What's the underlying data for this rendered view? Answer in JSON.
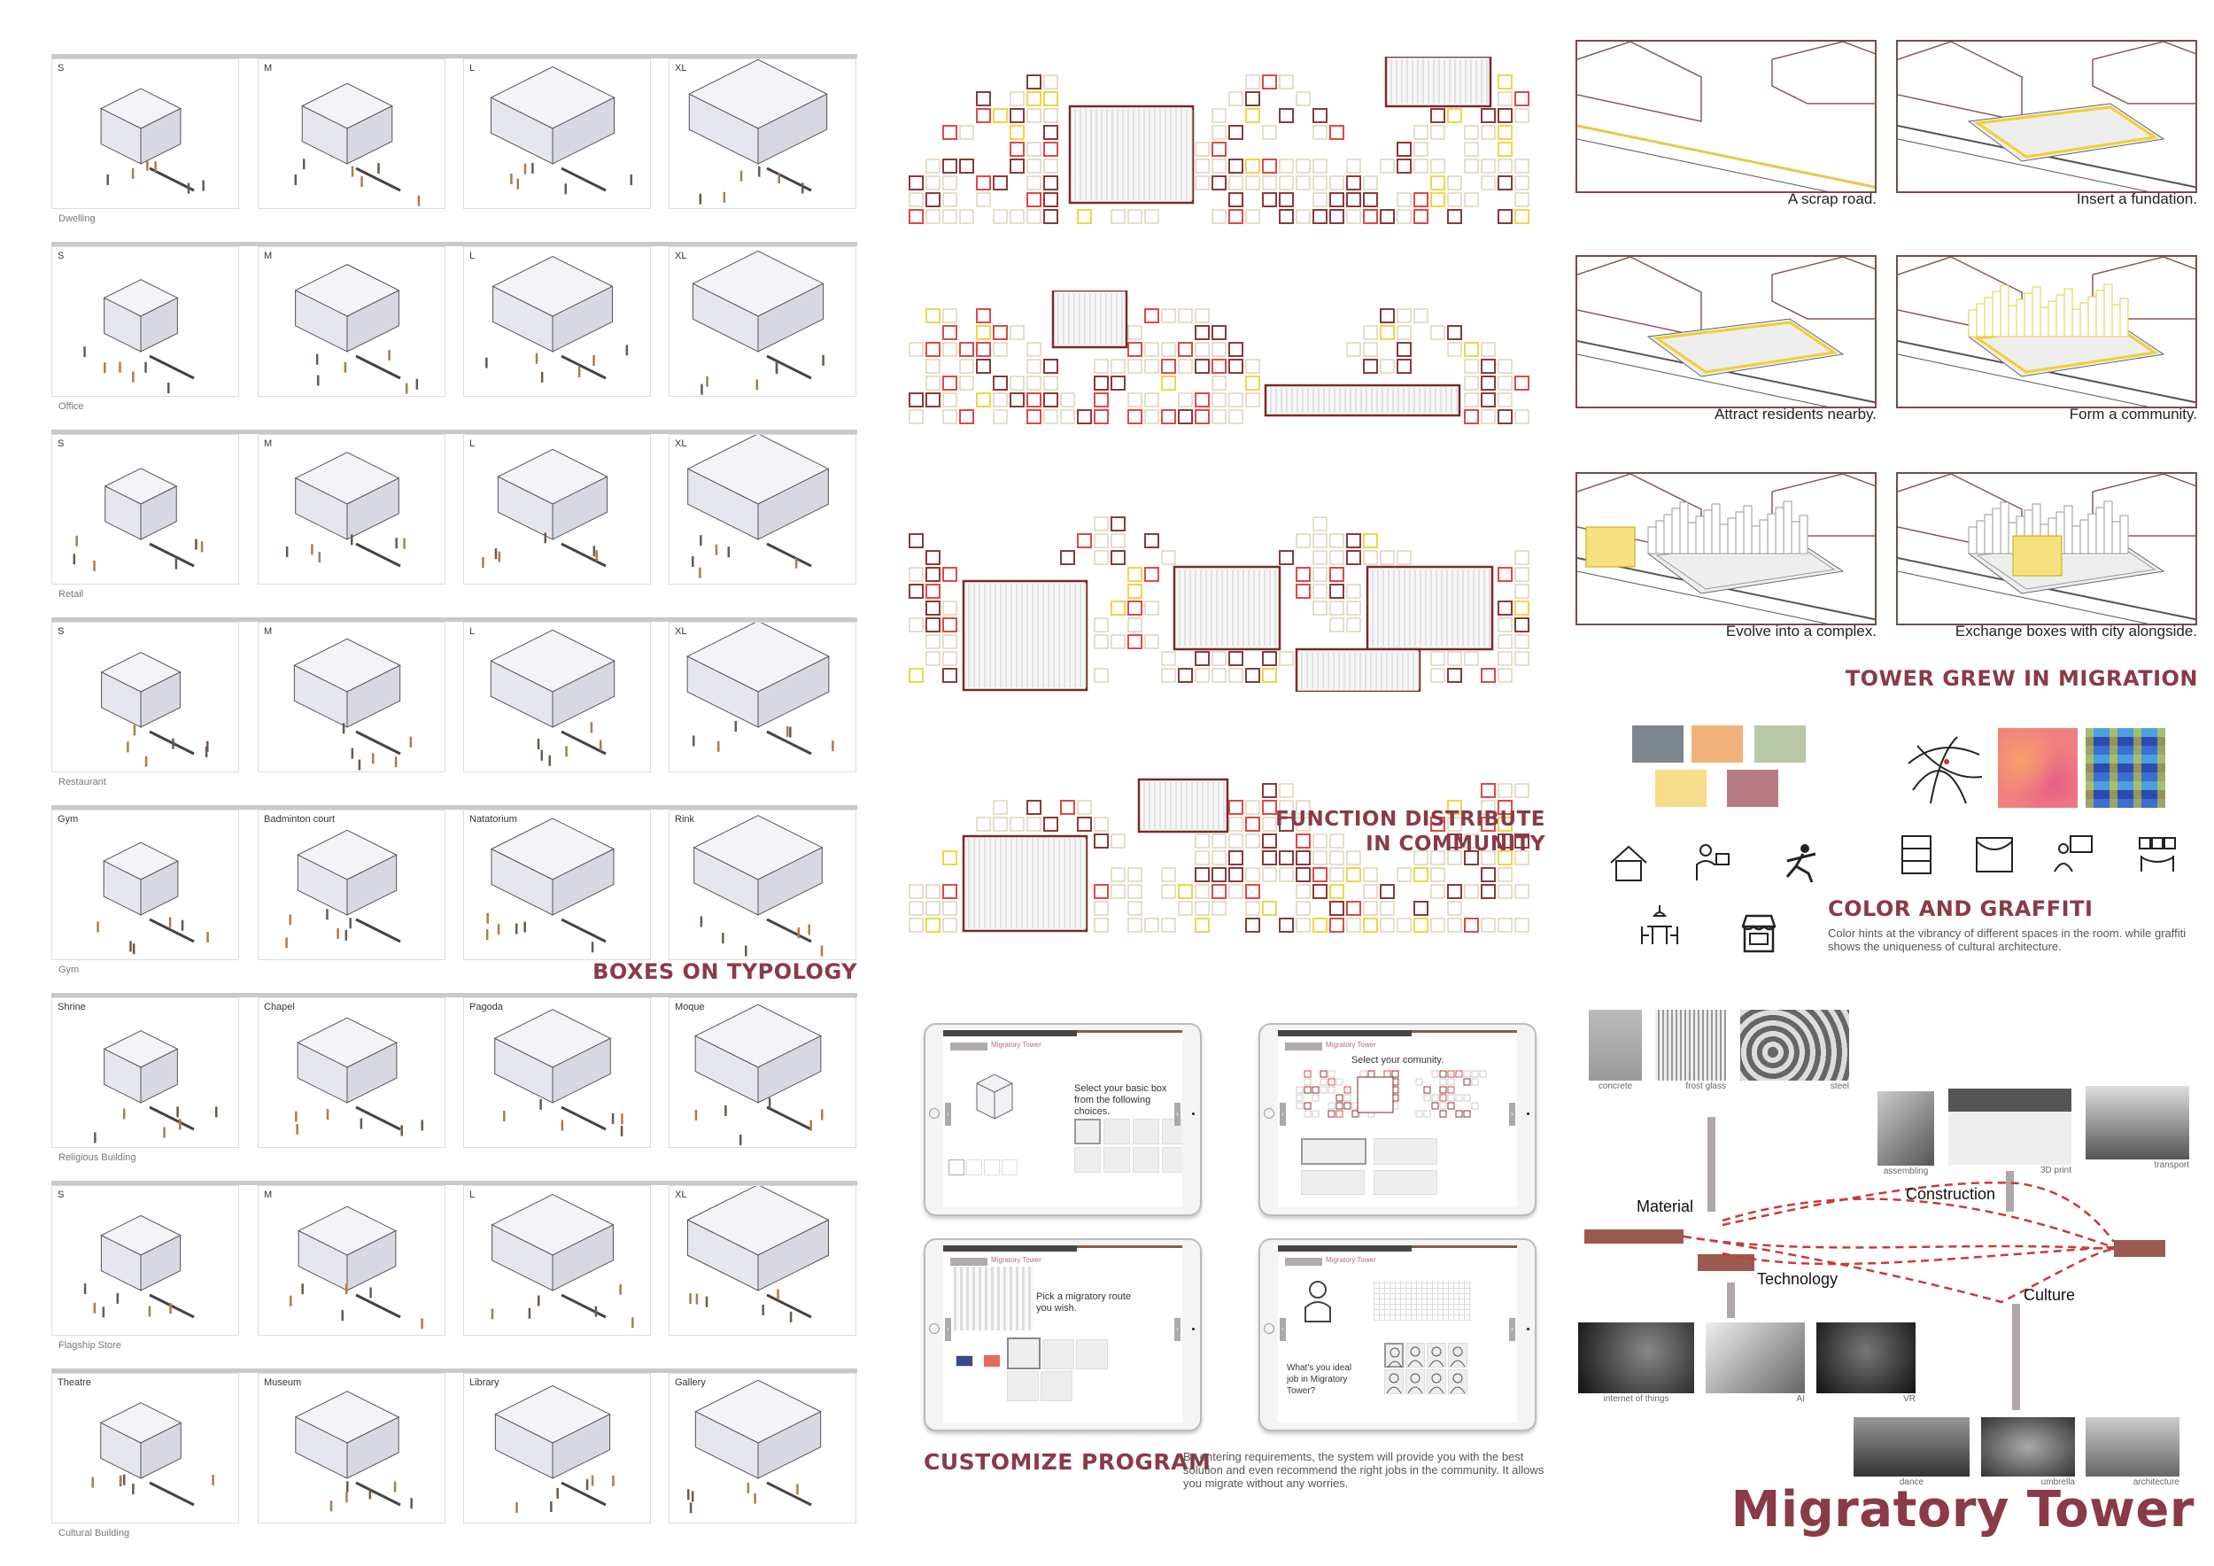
{
  "typology": {
    "title": "BOXES ON TYPOLOGY",
    "rows": [
      {
        "category": "Dwelling",
        "cells": [
          "S",
          "M",
          "L",
          "XL"
        ]
      },
      {
        "category": "Office",
        "cells": [
          "S",
          "M",
          "L",
          "XL"
        ]
      },
      {
        "category": "Retail",
        "cells": [
          "S",
          "M",
          "L",
          "XL"
        ]
      },
      {
        "category": "Restaurant",
        "cells": [
          "S",
          "M",
          "L",
          "XL"
        ]
      },
      {
        "category": "Gym",
        "cells": [
          "Gym",
          "Badminton court",
          "Natatorium",
          "Rink"
        ]
      },
      {
        "category": "Religious Building",
        "cells": [
          "Shrine",
          "Chapel",
          "Pagoda",
          "Moque"
        ]
      },
      {
        "category": "Flagship Store",
        "cells": [
          "S",
          "M",
          "L",
          "XL"
        ]
      },
      {
        "category": "Cultural Building",
        "cells": [
          "Theatre",
          "Museum",
          "Library",
          "Gallery"
        ]
      }
    ]
  },
  "community": {
    "title_line1": "FUNCTION DISTRIBUTE",
    "title_line2": "IN COMMUNITY",
    "colors": {
      "tan": "#c9c095",
      "dark": "#8b3a3a",
      "red": "#e04848",
      "yellow": "#f2d44a"
    }
  },
  "program": {
    "title": "CUSTOMIZE PROGRAM",
    "description": "By entering requirements, the system will provide you with the best solution and even recommend the right jobs in the community. It allows you migrate without any worries.",
    "tablets": [
      {
        "app": "Migratory Tower",
        "prompt": "Select your basic box from the following choices."
      },
      {
        "app": "Migratory Tower",
        "prompt": "Select your comunity."
      },
      {
        "app": "Migratory Tower",
        "prompt": "Pick a migratory route you wish."
      },
      {
        "app": "Migratory Tower",
        "prompt": "What's you ideal job in Migratory Tower?"
      }
    ]
  },
  "migration": {
    "title": "TOWER GREW IN MIGRATION",
    "steps": [
      "A scrap road.",
      "Insert a fundation.",
      "Attract residents nearby.",
      "Form a community.",
      "Evolve into a complex.",
      "Exchange boxes with city alongside."
    ]
  },
  "graffiti": {
    "title": "COLOR AND GRAFFITI",
    "description": "Color hints at the vibrancy of different spaces in the room. while graffiti shows the uniqueness of cultural architecture.",
    "swatches": [
      "#7d8590",
      "#f0b27a",
      "#b9c9a8",
      "#f7dd8a",
      "#b87a82"
    ],
    "icons": [
      "house-icon",
      "work-at-computer-icon",
      "dancer-icon",
      "library-icon",
      "theatre-icon",
      "gallery-icon",
      "museum-icon",
      "dining-icon",
      "shop-icon"
    ]
  },
  "factors": {
    "material": {
      "label": "Material",
      "items": [
        "concrete",
        "frost glass",
        "steel"
      ]
    },
    "construction": {
      "label": "Construction",
      "items": [
        "assembling",
        "3D print",
        "transport"
      ]
    },
    "technology": {
      "label": "Technology",
      "items": [
        "internet of things",
        "AI",
        "VR"
      ]
    },
    "culture": {
      "label": "Culture",
      "items": [
        "dance",
        "umbrella",
        "architecture"
      ]
    }
  },
  "main_title": "Migratory Tower"
}
